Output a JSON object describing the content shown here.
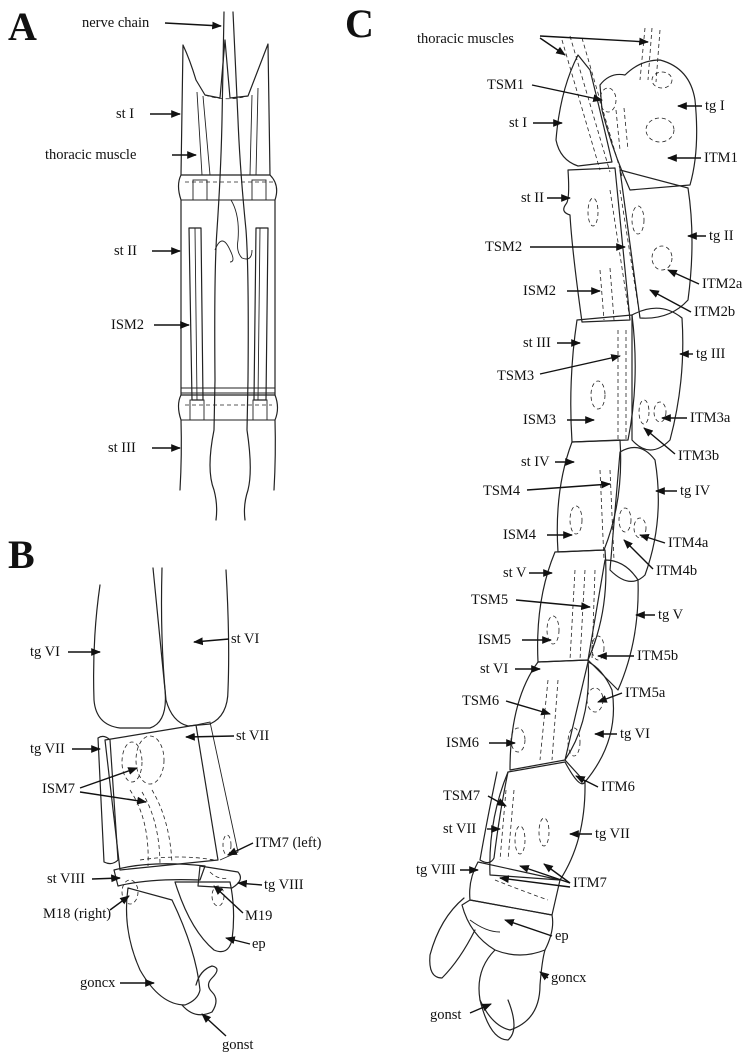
{
  "panels": {
    "A": {
      "letter": "A",
      "labels": {
        "nerve_chain": "nerve chain",
        "st_I": "st I",
        "thoracic_muscle": "thoracic muscle",
        "st_II": "st II",
        "ISM2": "ISM2",
        "st_III": "st III"
      }
    },
    "B": {
      "letter": "B",
      "labels": {
        "tg_VI": "tg VI",
        "st_VI": "st VI",
        "st_VII": "st VII",
        "tg_VII": "tg VII",
        "ISM7": "ISM7",
        "ITM7_left": "ITM7 (left)",
        "st_VIII": "st VIII",
        "tg_VIII": "tg VIII",
        "M18_right": "M18 (right)",
        "M19": "M19",
        "ep": "ep",
        "goncx": "goncx",
        "gonst": "gonst"
      }
    },
    "C": {
      "letter": "C",
      "labels": {
        "thoracic_muscles": "thoracic muscles",
        "TSM1": "TSM1",
        "st_I": "st I",
        "tg_I": "tg I",
        "ITM1": "ITM1",
        "st_II": "st II",
        "tg_II": "tg II",
        "TSM2": "TSM2",
        "ITM2a": "ITM2a",
        "ISM2": "ISM2",
        "ITM2b": "ITM2b",
        "st_III": "st III",
        "tg_III": "tg III",
        "TSM3": "TSM3",
        "ISM3": "ISM3",
        "ITM3a": "ITM3a",
        "ITM3b": "ITM3b",
        "st_IV": "st IV",
        "TSM4": "TSM4",
        "tg_IV": "tg IV",
        "ISM4": "ISM4",
        "ITM4a": "ITM4a",
        "st_V": "st V",
        "ITM4b": "ITM4b",
        "TSM5": "TSM5",
        "tg_V": "tg V",
        "ISM5": "ISM5",
        "ITM5b": "ITM5b",
        "st_VI": "st VI",
        "ITM5a": "ITM5a",
        "TSM6": "TSM6",
        "tg_VI": "tg VI",
        "ISM6": "ISM6",
        "ITM6": "ITM6",
        "TSM7": "TSM7",
        "st_VII": "st VII",
        "tg_VII": "tg VII",
        "tg_VIII": "tg VIII",
        "ITM7": "ITM7",
        "ep": "ep",
        "goncx": "goncx",
        "gonst": "gonst"
      }
    }
  },
  "colors": {
    "ink": "#111111",
    "background": "#ffffff"
  }
}
